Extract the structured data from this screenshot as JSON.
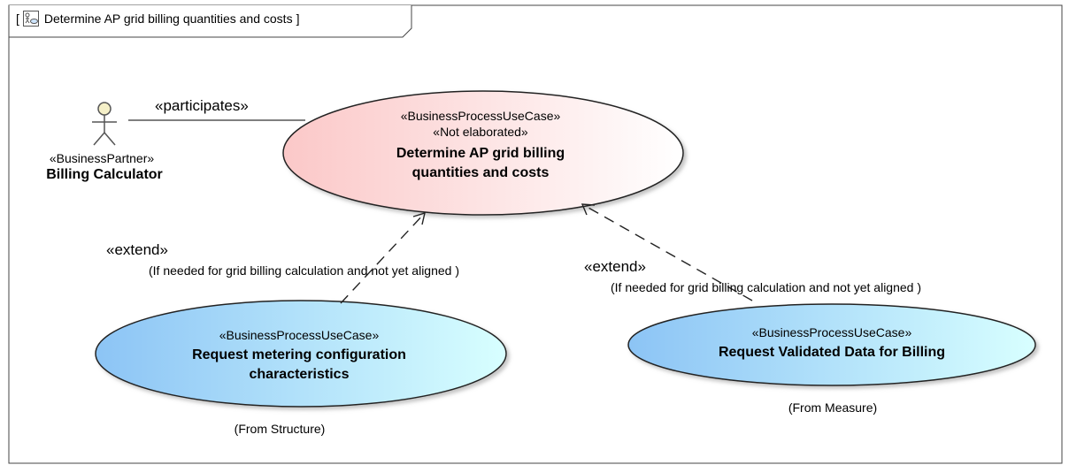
{
  "frame": {
    "bracket_open": "[",
    "title": "Determine AP grid billing quantities and costs",
    "bracket_close": "]",
    "icon": "use-case-diagram-icon"
  },
  "actor": {
    "stereotype": "«BusinessPartner»",
    "name": "Billing Calculator",
    "icon": "actor-stick-figure-icon"
  },
  "association": {
    "label": "«participates»"
  },
  "main_use_case": {
    "stereotype1": "«BusinessProcessUseCase»",
    "stereotype2": "«Not elaborated»",
    "name_line1": "Determine AP grid billing",
    "name_line2": "quantities and costs",
    "fill_from": "#fbc8c8",
    "fill_to": "#ffffff"
  },
  "left_use_case": {
    "stereotype": "«BusinessProcessUseCase»",
    "name_line1": "Request metering configuration",
    "name_line2": "characteristics",
    "origin": "(From Structure)",
    "fill_from": "#8cc4f5",
    "fill_to": "#d8ffff"
  },
  "right_use_case": {
    "stereotype": "«BusinessProcessUseCase»",
    "name": "Request Validated Data for Billing",
    "origin": "(From Measure)",
    "fill_from": "#8cc4f5",
    "fill_to": "#d8ffff"
  },
  "extend_left": {
    "label": "«extend»",
    "condition": "(If needed for grid billing calculation and not yet aligned )"
  },
  "extend_right": {
    "label": "«extend»",
    "condition": "(If needed for grid billing calculation and not yet aligned )"
  }
}
